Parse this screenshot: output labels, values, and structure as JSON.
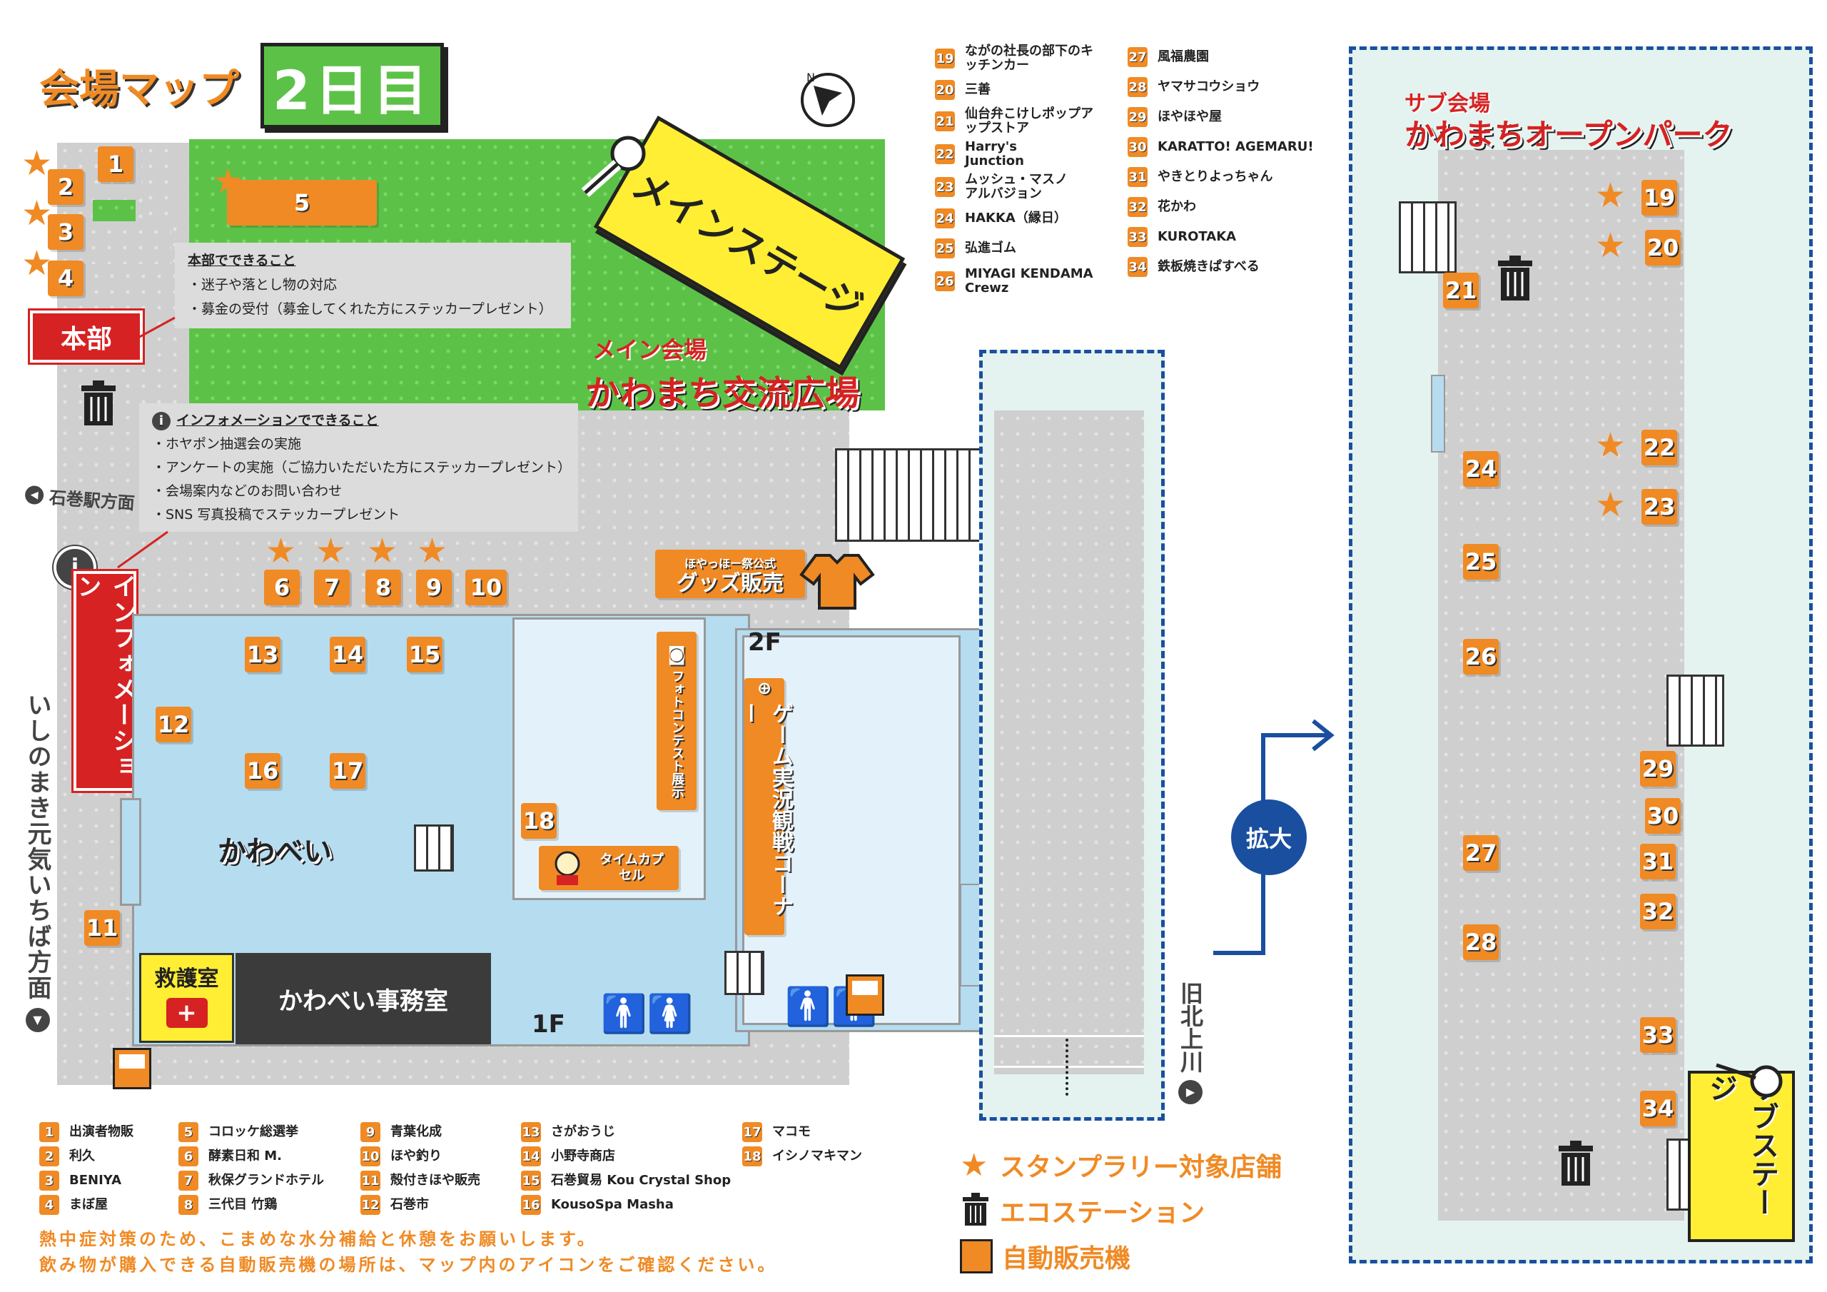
{
  "title": {
    "venue_map": "会場マップ",
    "day": "2日目"
  },
  "colors": {
    "orange": "#f08a24",
    "red": "#d62222",
    "blue": "#1a4fa0",
    "green": "#5cc247",
    "yellow": "#ffee33",
    "lightblue": "#b6dcf0"
  },
  "main_stage_label": "メインステージ",
  "main_venue": {
    "sub": "メイン会場",
    "name": "かわまち交流広場"
  },
  "honbu": {
    "label": "本部",
    "box_title": "本部でできること",
    "items": [
      "・迷子や落とし物の対応",
      "・募金の受付（募金してくれた方にステッカープレゼント）"
    ]
  },
  "information": {
    "label": "インフォメーション",
    "box_title": "インフォメーションでできること",
    "items": [
      "・ホヤポン抽選会の実施",
      "・アンケートの実施（ご協力いただいた方にステッカープレゼント）",
      "・会場案内などのお問い合わせ",
      "・SNS 写真投稿でステッカープレゼント"
    ]
  },
  "directions": {
    "ishinomaki_station": "石巻駅方面",
    "ichiba": "いしのまき元気いちば方面",
    "kitakami": "旧北上川"
  },
  "goods": {
    "sub": "ほやっほー祭公式",
    "name": "グッズ販売"
  },
  "photo_contest": "フォトコンテスト展示",
  "game_corner": "ゲーム実況観戦コーナー",
  "time_capsule": "タイムカプセル",
  "kawabei": "かわべい",
  "kawabei_office": "かわべい事務室",
  "first_aid": "救護室",
  "floor_1f": "1F",
  "floor_2f": "2F",
  "zoom": "拡大",
  "sub_venue": {
    "sub": "サブ会場",
    "name": "かわまちオープンパーク"
  },
  "sub_stage_label": "サブステージ",
  "booths": {
    "b1": "1",
    "b2": "2",
    "b3": "3",
    "b4": "4",
    "b5": "5",
    "b6": "6",
    "b7": "7",
    "b8": "8",
    "b9": "9",
    "b10": "10",
    "b11": "11",
    "b12": "12",
    "b13": "13",
    "b14": "14",
    "b15": "15",
    "b16": "16",
    "b17": "17",
    "b18": "18",
    "b19": "19",
    "b20": "20",
    "b21": "21",
    "b22": "22",
    "b23": "23",
    "b24": "24",
    "b25": "25",
    "b26": "26",
    "b27": "27",
    "b28": "28",
    "b29": "29",
    "b30": "30",
    "b31": "31",
    "b32": "32",
    "b33": "33",
    "b34": "34"
  },
  "legend_top_left": [
    {
      "num": "19",
      "name": "ながの社長の部下のキッチンカー"
    },
    {
      "num": "20",
      "name": "三善"
    },
    {
      "num": "21",
      "name": "仙台弁こけしポップアップストア"
    },
    {
      "num": "22",
      "name": "Harry's Junction"
    },
    {
      "num": "23",
      "name": "ムッシュ・マスノアルバジョン"
    },
    {
      "num": "24",
      "name": "HAKKA（縁日）"
    },
    {
      "num": "25",
      "name": "弘進ゴム"
    },
    {
      "num": "26",
      "name": "MIYAGI KENDAMA Crewz"
    }
  ],
  "legend_top_right": [
    {
      "num": "27",
      "name": "風福農園"
    },
    {
      "num": "28",
      "name": "ヤマサコウショウ"
    },
    {
      "num": "29",
      "name": "ほやほや屋"
    },
    {
      "num": "30",
      "name": "KARATTO! AGEMARU!"
    },
    {
      "num": "31",
      "name": "やきとりよっちゃん"
    },
    {
      "num": "32",
      "name": "花かわ"
    },
    {
      "num": "33",
      "name": "KUROTAKA"
    },
    {
      "num": "34",
      "name": "鉄板焼きぱすべる"
    }
  ],
  "legend_bottom": [
    [
      {
        "num": "1",
        "name": "出演者物販"
      },
      {
        "num": "2",
        "name": "利久"
      },
      {
        "num": "3",
        "name": "BENIYA"
      },
      {
        "num": "4",
        "name": "まぼ屋"
      }
    ],
    [
      {
        "num": "5",
        "name": "コロッケ総選挙"
      },
      {
        "num": "6",
        "name": "酵素日和 M."
      },
      {
        "num": "7",
        "name": "秋保グランドホテル"
      },
      {
        "num": "8",
        "name": "三代目 竹鶏"
      }
    ],
    [
      {
        "num": "9",
        "name": "青葉化成"
      },
      {
        "num": "10",
        "name": "ほや釣り"
      },
      {
        "num": "11",
        "name": "殻付きほや販売"
      },
      {
        "num": "12",
        "name": "石巻市"
      }
    ],
    [
      {
        "num": "13",
        "name": "さがおうじ"
      },
      {
        "num": "14",
        "name": "小野寺商店"
      },
      {
        "num": "15",
        "name": "石巻貿易 Kou Crystal Shop"
      },
      {
        "num": "16",
        "name": "KousoSpa Masha"
      }
    ],
    [
      {
        "num": "17",
        "name": "マコモ"
      },
      {
        "num": "18",
        "name": "イシノマキマン"
      }
    ]
  ],
  "symbol_legend": {
    "stamp": "スタンプラリー対象店舗",
    "eco": "エコステーション",
    "vending": "自動販売機"
  },
  "notice": [
    "熱中症対策のため、こまめな水分補給と休憩をお願いします。",
    "飲み物が購入できる自動販売機の場所は、マップ内のアイコンをご確認ください。"
  ]
}
